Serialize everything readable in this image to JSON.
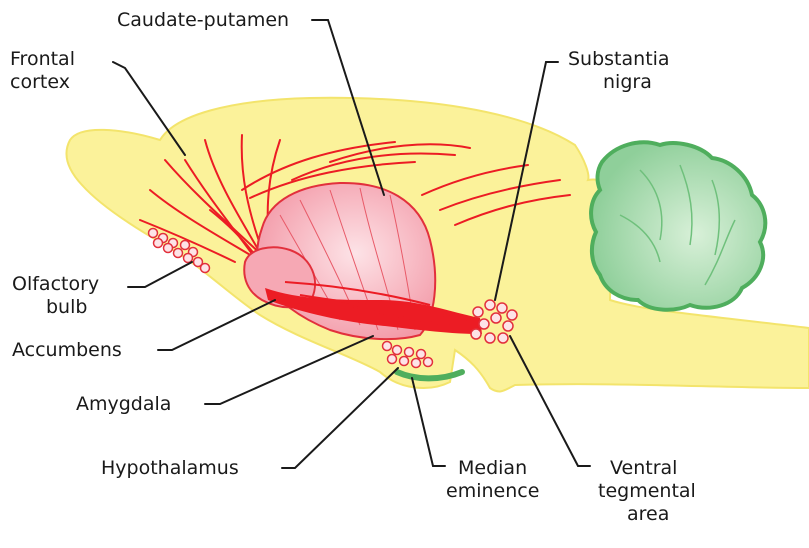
{
  "labels": {
    "caudate_putamen": "Caudate-putamen",
    "frontal_cortex_1": "Frontal",
    "frontal_cortex_2": "cortex",
    "substantia_nigra_1": "Substantia",
    "substantia_nigra_2": "nigra",
    "olfactory_bulb_1": "Olfactory",
    "olfactory_bulb_2": "bulb",
    "accumbens": "Accumbens",
    "amygdala": "Amygdala",
    "hypothalamus": "Hypothalamus",
    "median_eminence_1": "Median",
    "median_eminence_2": "eminence",
    "ventral_tegmental_area_1": "Ventral",
    "ventral_tegmental_area_2": "tegmental",
    "ventral_tegmental_area_3": "area"
  },
  "colors": {
    "brain_fill": "#fbf29a",
    "brain_edge": "#f3e46c",
    "striatum_fill": "#f6a8b4",
    "striatum_edge": "#e2303c",
    "pathway": "#ec1c24",
    "cerebellum_fill": "#a8dab0",
    "cerebellum_edge": "#4fae5d",
    "leader_line": "#1a1a1a"
  }
}
